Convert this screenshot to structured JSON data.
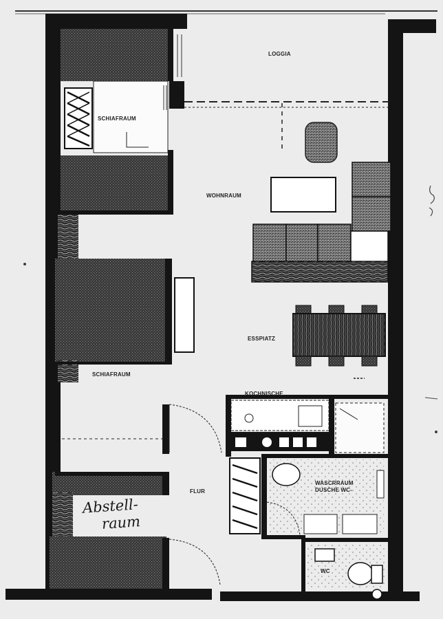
{
  "rooms": {
    "loggia": "LOGGIA",
    "schlafraum_top": "SCHIAFRAUM",
    "wohnraum": "WOHNRAUM",
    "essplatz": "ESSPIATZ",
    "schlafraum_bottom": "SCHIAFRAUM",
    "kochnische": "KOCHNISCHE",
    "flur": "FLUR",
    "waschraum_line1": "WASCRRAUM",
    "waschraum_line2": "DUSCHE WC-",
    "wc": "WC"
  },
  "handwritten": {
    "abstellraum_line1": "Abstell-",
    "abstellraum_line2": "raum"
  },
  "colors": {
    "paper": "#ececec",
    "wall": "#141414",
    "hatch_dark": "#3a3a3a",
    "furniture_light": "#ffffff"
  }
}
